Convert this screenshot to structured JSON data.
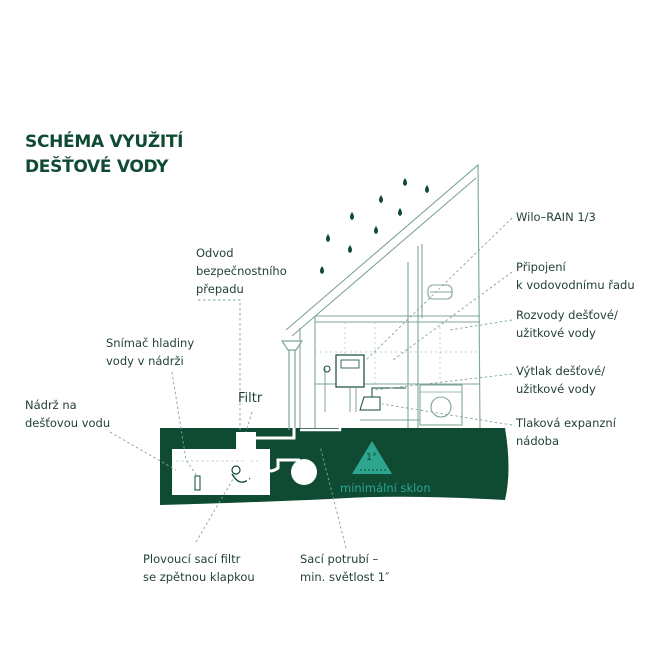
{
  "title": [
    "SCHÉMA VYUŽITÍ",
    "DEŠŤOVÉ VODY"
  ],
  "labels": {
    "odvod": [
      "Odvod",
      "bezpečnostního",
      "přepadu"
    ],
    "snimac": [
      "Snímač hladiny",
      "vody v nádrži"
    ],
    "nadrz": [
      "Nádrž na",
      "dešťovou vodu"
    ],
    "filtr": "Filtr",
    "plovouci": [
      "Plovoucí sací filtr",
      "se zpětnou klapkou"
    ],
    "saci": [
      "Sací potrubí –",
      "min. světlost 1″"
    ],
    "wilo": "Wilo–RAIN 1/3",
    "pripojeni": [
      "Připojení",
      "k vodovodnímu řadu"
    ],
    "rozvody": [
      "Rozvody dešťové/",
      "užitkové vody"
    ],
    "vytlak": [
      "Výtlak dešťové/",
      "užitkové vody"
    ],
    "tlakova": [
      "Tlaková expanzní",
      "nádoba"
    ],
    "slope_deg": "1°",
    "slope_text": "minimální sklon"
  },
  "colors": {
    "dark_green": "#0f4a33",
    "accent_teal": "#2ea58f",
    "line": "#7fa597",
    "text": "#1f3f34"
  }
}
